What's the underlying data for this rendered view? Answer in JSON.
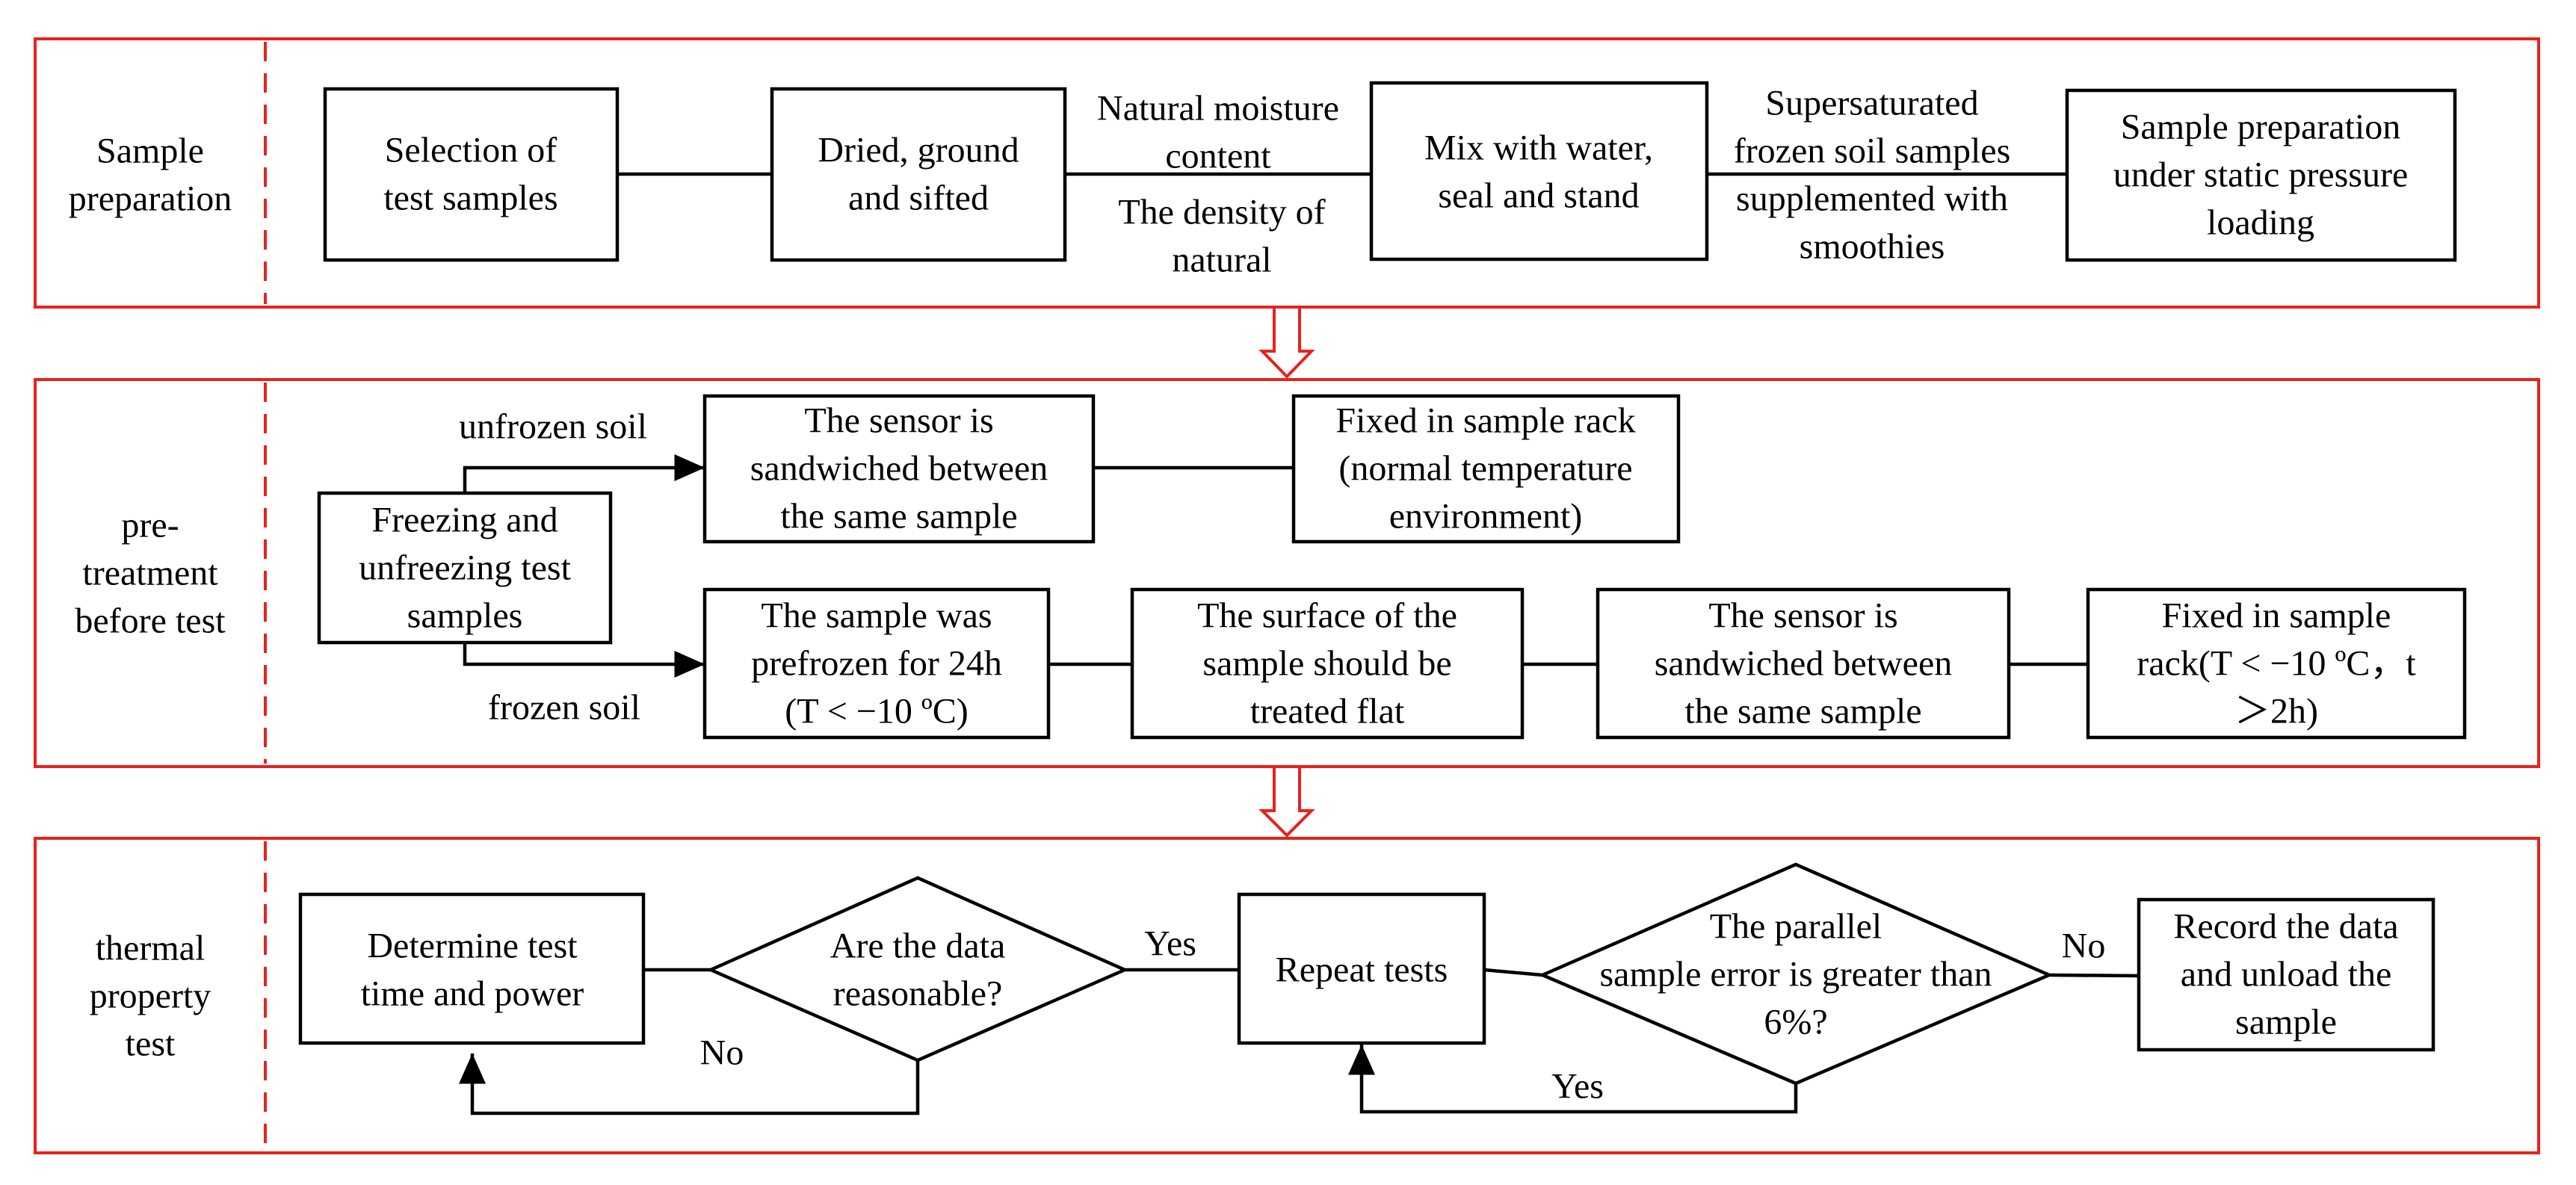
{
  "colors": {
    "stage_frame": "#e8221c",
    "node_stroke": "#000000",
    "background": "#ffffff"
  },
  "stages": [
    {
      "label": [
        "Sample",
        "preparation"
      ]
    },
    {
      "label": [
        "pre-",
        "treatment",
        "before test"
      ]
    },
    {
      "label": [
        "thermal",
        "property",
        "test"
      ]
    }
  ],
  "sample_prep": {
    "selection": [
      "Selection of",
      "test samples"
    ],
    "dried": [
      "Dried, ground",
      "and sifted"
    ],
    "moisture_label": [
      "Natural moisture",
      "content"
    ],
    "density_label": [
      "The density of",
      "natural"
    ],
    "mix": [
      "Mix with water,",
      "seal and stand"
    ],
    "supersat_label": [
      "Supersaturated",
      "frozen soil samples",
      "supplemented with",
      "smoothies"
    ],
    "static_pressure": [
      "Sample preparation",
      "under static pressure",
      "loading"
    ]
  },
  "pretreatment": {
    "freezing": [
      "Freezing and",
      "unfreezing test",
      "samples"
    ],
    "unfrozen_label": "unfrozen soil",
    "frozen_label": "frozen soil",
    "sensor_unfrozen": [
      "The sensor is",
      "sandwiched between",
      "the same sample"
    ],
    "rack_normal": [
      "Fixed in sample rack",
      "(normal temperature",
      "environment)"
    ],
    "prefrozen": [
      "The sample was",
      "prefrozen for 24h",
      "(T < −10 ºC)"
    ],
    "surface": [
      "The surface of the",
      "sample should be",
      "treated flat"
    ],
    "sensor_frozen": [
      "The sensor is",
      "sandwiched between",
      "the same sample"
    ],
    "rack_frozen": [
      "Fixed in sample",
      "rack(T < −10 ºC，t",
      "＞2h)"
    ]
  },
  "thermal": {
    "determine": [
      "Determine test",
      "time and power"
    ],
    "reasonable": [
      "Are the data",
      "reasonable?"
    ],
    "repeat": [
      "Repeat tests"
    ],
    "parallel": [
      "The parallel",
      "sample error is greater than",
      "6%?"
    ],
    "record": [
      "Record the data",
      "and unload the",
      "sample"
    ],
    "yes_1": "Yes",
    "no_1": "No",
    "no_2": "No",
    "yes_2": "Yes"
  }
}
